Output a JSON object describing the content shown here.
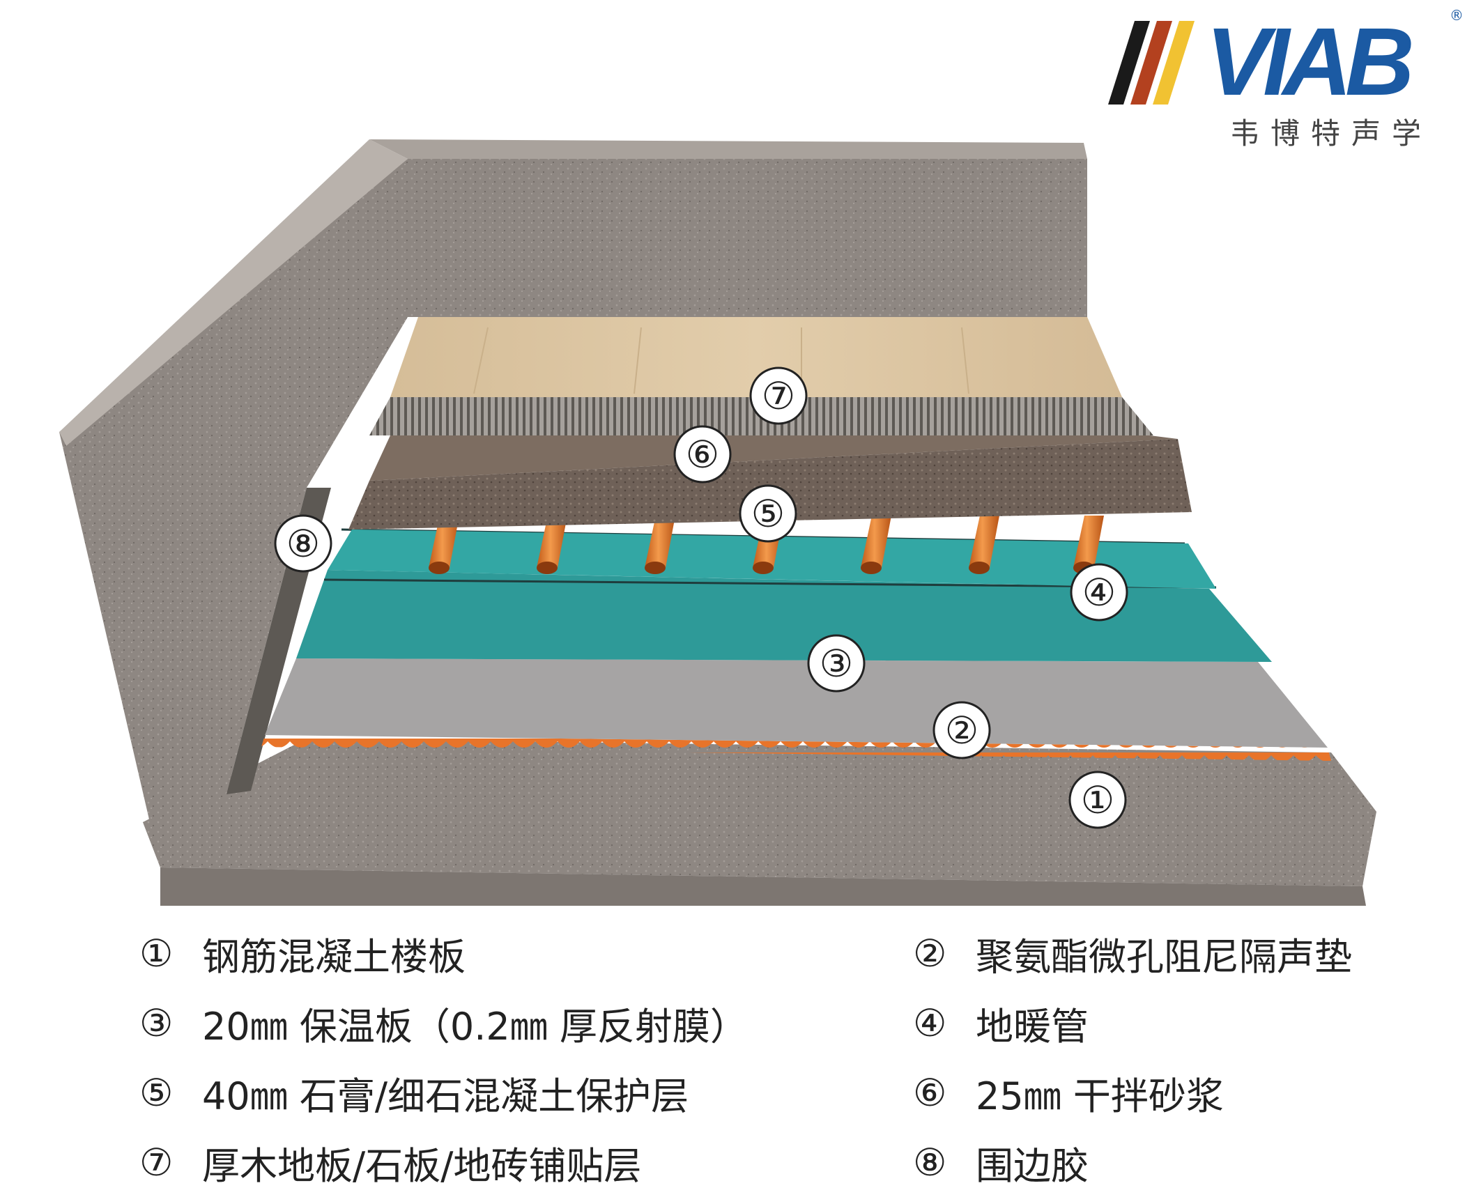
{
  "logo": {
    "brand": "VIAB",
    "registered": "®",
    "subtitle": "韦博特声学"
  },
  "callouts": [
    "①",
    "②",
    "③",
    "④",
    "⑤",
    "⑥",
    "⑦",
    "⑧"
  ],
  "legend": [
    {
      "num": "①",
      "text": "钢筋混凝土楼板"
    },
    {
      "num": "②",
      "text": "聚氨酯微孔阻尼隔声垫"
    },
    {
      "num": "③",
      "text": "20㎜ 保温板（0.2㎜ 厚反射膜）"
    },
    {
      "num": "④",
      "text": "地暖管"
    },
    {
      "num": "⑤",
      "text": "40㎜ 石膏/细石混凝土保护层"
    },
    {
      "num": "⑥",
      "text": "25㎜ 干拌砂浆"
    },
    {
      "num": "⑦",
      "text": "厚木地板/石板/地砖铺贴层"
    },
    {
      "num": "⑧",
      "text": "围边胶"
    }
  ],
  "colors": {
    "brand": "#1b5aa3",
    "concrete": "#8e8782",
    "damping_layer": "#e8742a",
    "insulation_board": "#2e9a98",
    "heating_pipe": "#e07b2c",
    "mortar": "#6f6158",
    "wood_floor": "#d9c3a1"
  }
}
